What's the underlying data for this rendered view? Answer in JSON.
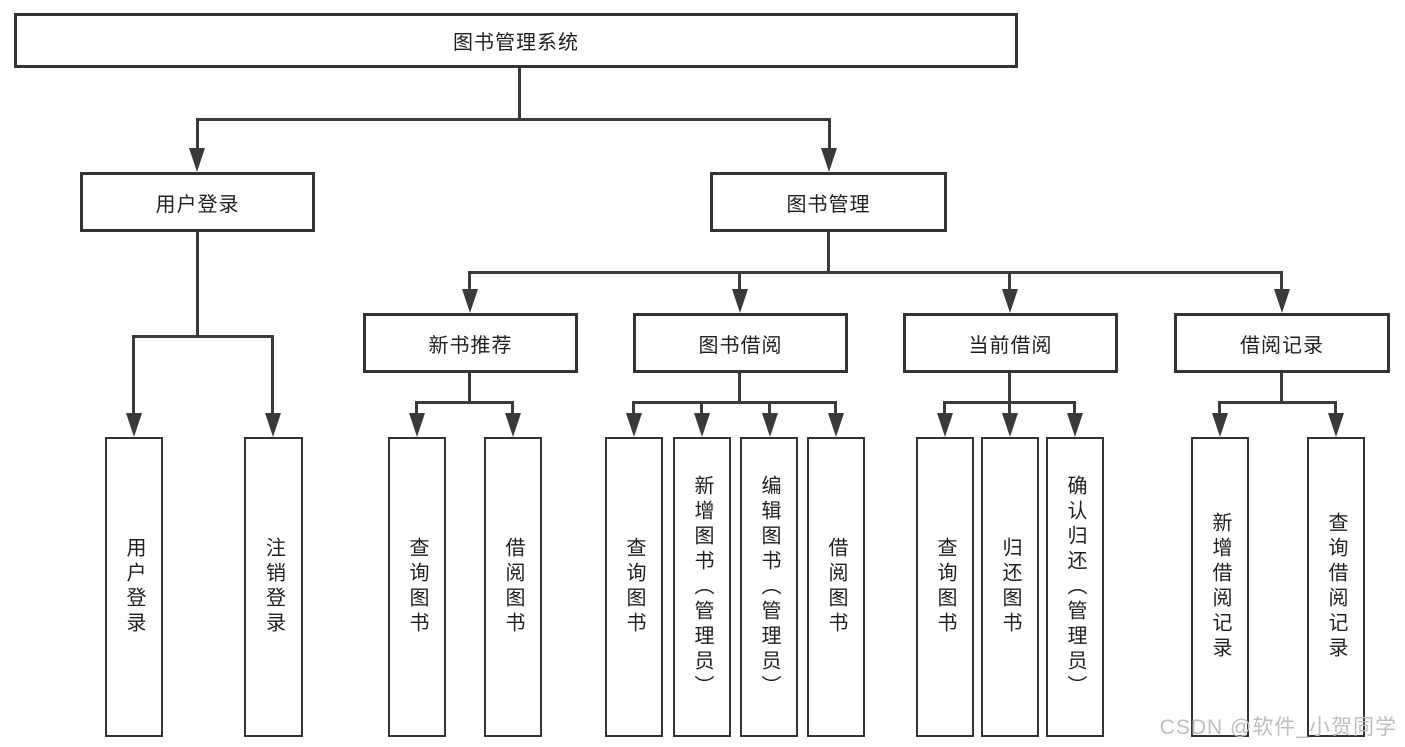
{
  "colors": {
    "line": "#3a3a3a",
    "border": "#333333",
    "text": "#1f1f1f",
    "watermark": "#bdbdbd",
    "background": "#ffffff"
  },
  "watermark": {
    "text": "CSDN @软件_小贺同学"
  },
  "tree": {
    "root": {
      "label": "图书管理系统"
    },
    "children": [
      {
        "label": "用户登录",
        "children": [
          {
            "label": "用户登录"
          },
          {
            "label": "注销登录"
          }
        ]
      },
      {
        "label": "图书管理",
        "children": [
          {
            "label": "新书推荐",
            "children": [
              {
                "label": "查询图书"
              },
              {
                "label": "借阅图书"
              }
            ]
          },
          {
            "label": "图书借阅",
            "children": [
              {
                "label": "查询图书"
              },
              {
                "label": "新增图书（管理员）"
              },
              {
                "label": "编辑图书（管理员）"
              },
              {
                "label": "借阅图书"
              }
            ]
          },
          {
            "label": "当前借阅",
            "children": [
              {
                "label": "查询图书"
              },
              {
                "label": "归还图书"
              },
              {
                "label": "确认归还（管理员）"
              }
            ]
          },
          {
            "label": "借阅记录",
            "children": [
              {
                "label": "新增借阅记录"
              },
              {
                "label": "查询借阅记录"
              }
            ]
          }
        ]
      }
    ]
  }
}
